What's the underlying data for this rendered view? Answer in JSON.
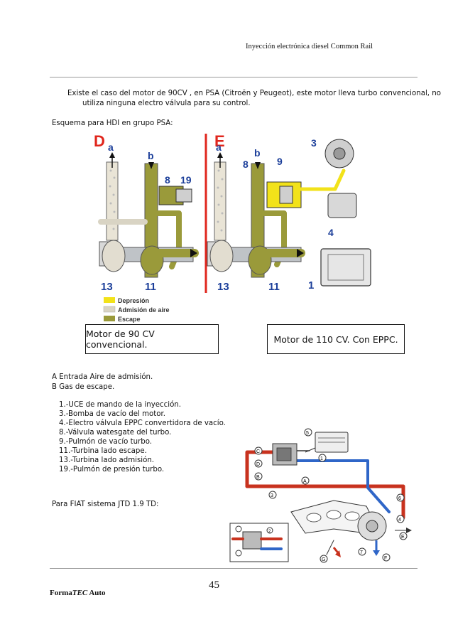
{
  "header": {
    "running_title": "Inyección electrónica diesel Common Rail"
  },
  "intro": {
    "line1": "Existe el caso del motor de 90CV , en PSA (Citroën y Peugeot), este motor lleva turbo convencional, no",
    "line2": "utiliza ninguna electro válvula para su control."
  },
  "psa": {
    "heading": "Esquema para HDI en grupo PSA:",
    "panel_d": {
      "letter": "D",
      "a": "a",
      "b": "b",
      "n8": "8",
      "n19": "19",
      "n11": "11",
      "n13": "13"
    },
    "panel_e": {
      "letter": "E",
      "a": "a",
      "b": "b",
      "n8": "8",
      "n9": "9",
      "n3": "3",
      "n4": "4",
      "n11": "11",
      "n13": "13",
      "n1": "1"
    },
    "legend": [
      {
        "label": "Depresión",
        "color": "#f2e21a"
      },
      {
        "label": "Admisión de aire",
        "color": "#d9d4c4"
      },
      {
        "label": "Escape",
        "color": "#9a9a3a"
      }
    ],
    "caption_left": "Motor de 90 CV convencional.",
    "caption_right": "Motor de 110 CV. Con EPPC."
  },
  "ab_list": [
    "A Entrada Aire de admisión.",
    "B Gas de escape."
  ],
  "components": [
    "1.-UCE de mando de la inyección.",
    "3.-Bomba de vacío del motor.",
    "4.-Electro válvula EPPC convertidora de vacío.",
    "8.-Válvula watesgate del turbo.",
    "9.-Pulmón de vacío turbo.",
    "11.-Turbina lado escape.",
    "13.-Turbina lado admisión.",
    "19.-Pulmón de presión turbo."
  ],
  "fiat": {
    "heading": "Para  FIAT sistema JTD 1.9 TD:",
    "labels": {
      "c": "C",
      "d": "D",
      "b": "B",
      "a": "A",
      "e": "E",
      "f": "F",
      "g": "G",
      "n1": "1",
      "n2": "2",
      "n3": "3",
      "n4": "4",
      "n5": "5",
      "n6": "6",
      "n7": "7"
    }
  },
  "footer": {
    "page_number": "45",
    "brand_pre": "Forma",
    "brand_italic": "TEC",
    "brand_post": " Auto"
  },
  "colors": {
    "depresion": "#f2e21a",
    "escape": "#9a9a3a",
    "red_marker": "#e0261d",
    "red_pipe": "#c8321e",
    "blue_pipe": "#2f66c8"
  }
}
